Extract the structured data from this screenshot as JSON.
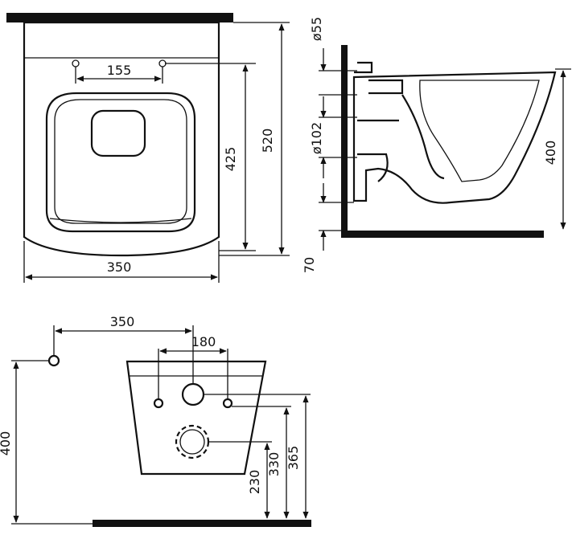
{
  "drawing": {
    "top_view": {
      "mount_spacing": "155",
      "inner_length": "425",
      "overall_length": "520",
      "width": "350"
    },
    "side_view": {
      "waste_inlet_diameter": "ø55",
      "outlet_diameter": "ø102",
      "height": "400",
      "floor_gap": "70"
    },
    "rear_view": {
      "outlet_offset": "350",
      "bolt_spacing": "180",
      "height": "400",
      "outlet_height": "230",
      "bolt_height": "330",
      "inlet_height": "365"
    }
  }
}
